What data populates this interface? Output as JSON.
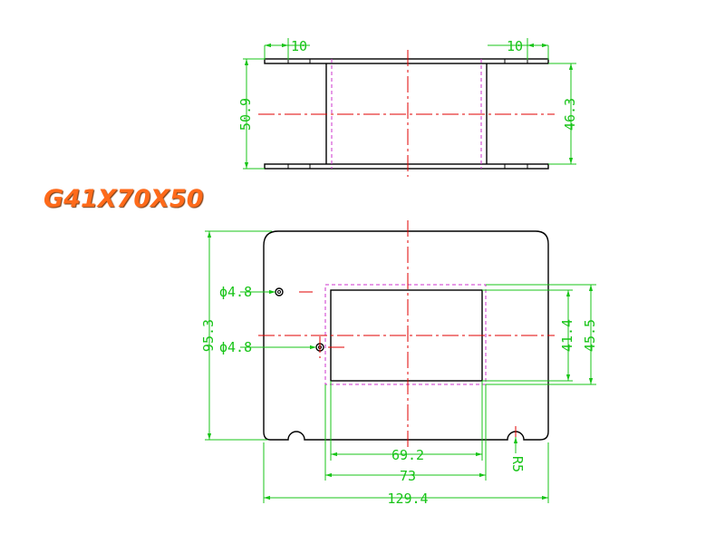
{
  "title": "G41X70X50",
  "dims": {
    "top_left_width": "10",
    "top_right_width": "10",
    "top_left_height": "50.9",
    "top_right_height": "46.3",
    "hole_1": "ϕ4.8",
    "hole_2": "ϕ4.8",
    "overall_height": "95.3",
    "window_height": "41.4",
    "outer_window_height": "45.5",
    "window_width": "69.2",
    "outer_window_width": "73",
    "overall_width": "129.4",
    "radius": "R5"
  },
  "colors": {
    "outline": "#000000",
    "centerline": "#e00000",
    "hidden_line": "#cc33cc",
    "dimension": "#18c418",
    "title": "#ff6a1a"
  }
}
